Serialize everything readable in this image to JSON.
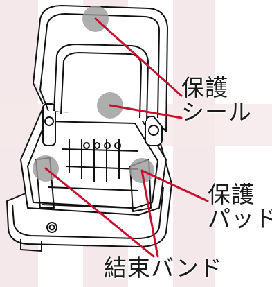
{
  "labels": {
    "protective_seal": {
      "line1": "保護",
      "line2": "シール"
    },
    "protective_pad": {
      "line1": "保護",
      "line2": "パッド"
    },
    "binding_band": "結束バンド"
  },
  "colors": {
    "line": "#c8102e",
    "marker": "#9a9a9a",
    "stripe": "#f5e8ea",
    "outline": "#111111"
  }
}
